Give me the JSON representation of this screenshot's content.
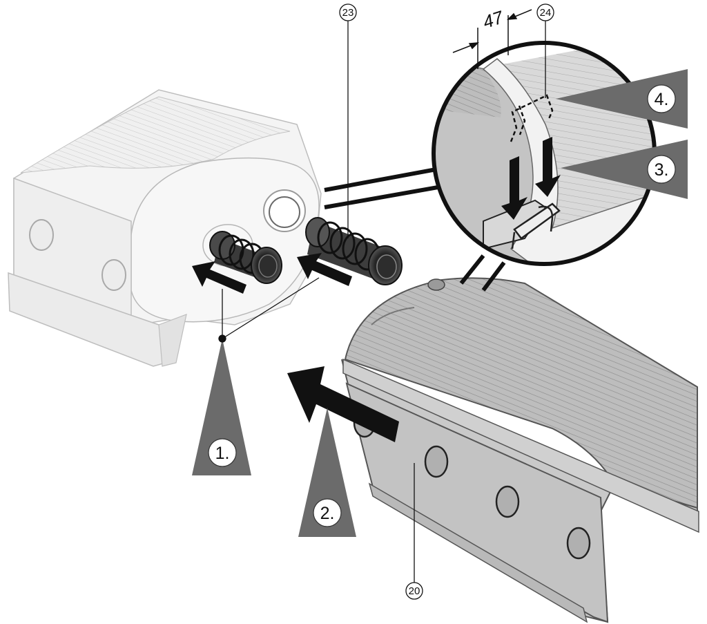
{
  "parts": {
    "connector": "23",
    "clip": "24",
    "rail": "20"
  },
  "dimension": "47",
  "steps": [
    "1.",
    "2.",
    "3.",
    "4."
  ],
  "colors": {
    "pointer": "#6b6b6b",
    "rail_face": "#c9c9c9",
    "rail_top": "#b5b5b5",
    "housing": "#f2f2f2",
    "arrow": "#111111"
  }
}
